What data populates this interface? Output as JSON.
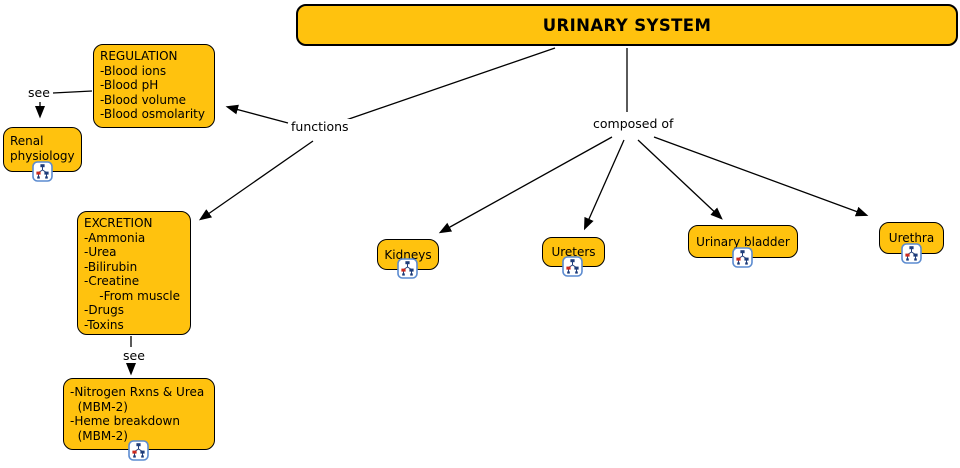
{
  "title": "URINARY SYSTEM",
  "links": {
    "see_top": "see",
    "functions": "functions",
    "composed_of": "composed of",
    "see_bottom": "see"
  },
  "nodes": {
    "regulation": {
      "lines": [
        "REGULATION",
        "-Blood ions",
        "-Blood pH",
        "-Blood volume",
        "-Blood osmolarity"
      ]
    },
    "renal_physiology": {
      "lines": [
        "Renal",
        "physiology"
      ]
    },
    "excretion": {
      "lines": [
        "EXCRETION",
        "-Ammonia",
        "-Urea",
        "-Bilirubin",
        "-Creatine",
        "    -From muscle",
        "-Drugs",
        "-Toxins"
      ]
    },
    "nitrogen_heme": {
      "lines": [
        "-Nitrogen Rxns & Urea",
        "  (MBM-2)",
        "-Heme breakdown",
        "  (MBM-2)"
      ]
    },
    "kidneys": {
      "label": "Kidneys"
    },
    "ureters": {
      "label": "Ureters"
    },
    "urinary_bladder": {
      "label": "Urinary bladder"
    },
    "urethra": {
      "label": "Urethra"
    }
  },
  "icons": {
    "resource": "concept-map-resource-icon"
  },
  "colors": {
    "node_fill": "#FFC20E",
    "node_border": "#000000",
    "line_color": "#000000",
    "icon_border": "#5B8BD0",
    "icon_red": "#CC2A1E",
    "icon_navy": "#1F3D7A"
  }
}
